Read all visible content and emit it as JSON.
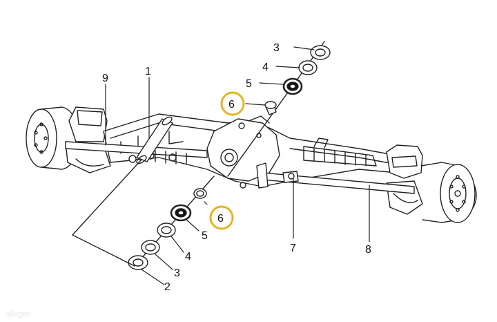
{
  "diagram": {
    "callouts": [
      {
        "id": "c1",
        "text": "1"
      },
      {
        "id": "c2",
        "text": "2"
      },
      {
        "id": "c3a",
        "text": "3"
      },
      {
        "id": "c3b",
        "text": "3"
      },
      {
        "id": "c4a",
        "text": "4"
      },
      {
        "id": "c4b",
        "text": "4"
      },
      {
        "id": "c5a",
        "text": "5"
      },
      {
        "id": "c5b",
        "text": "5"
      },
      {
        "id": "c6a",
        "text": "6"
      },
      {
        "id": "c6b",
        "text": "6"
      },
      {
        "id": "c7",
        "text": "7"
      },
      {
        "id": "c8",
        "text": "8"
      },
      {
        "id": "c9",
        "text": "9"
      }
    ],
    "highlight_color": "#e5b323",
    "watermark": "allegro"
  }
}
